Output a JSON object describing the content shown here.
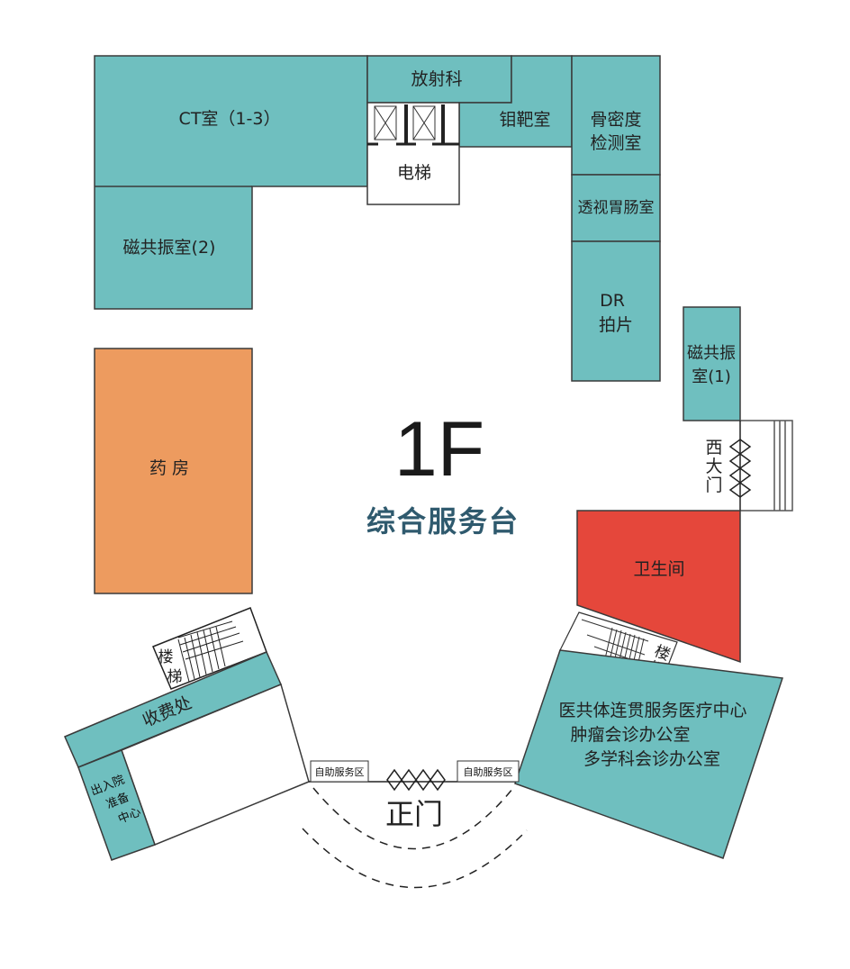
{
  "floor": "1F",
  "service_desk": "综合服务台",
  "colors": {
    "room": "#6fbfbf",
    "pharmacy": "#ed9b5f",
    "restroom": "#e5473b",
    "desk_text": "#2f5a6e"
  },
  "rooms": {
    "ct": "CT室（1-3）",
    "mri2": "磁共振室(2)",
    "radiology": "放射科",
    "mammo": "钼靶室",
    "elevator": "电梯",
    "bone_density_1": "骨密度",
    "bone_density_2": "检测室",
    "fluoro": "透视胃肠室",
    "dr_1": "DR",
    "dr_2": "拍片",
    "mri1_1": "磁共振",
    "mri1_2": "室(1)",
    "west_gate": [
      "西",
      "大",
      "门"
    ],
    "pharmacy": "药 房",
    "restroom": "卫生间",
    "stairs": [
      "楼",
      "梯"
    ],
    "cashier": "收费处",
    "admission": [
      "出入院",
      "准备",
      "中心"
    ],
    "self_service": "自助服务区",
    "main_gate": "正门",
    "center": [
      "医共体连贯服务医疗中心",
      "肿瘤会诊办公室",
      "多学科会诊办公室"
    ]
  }
}
